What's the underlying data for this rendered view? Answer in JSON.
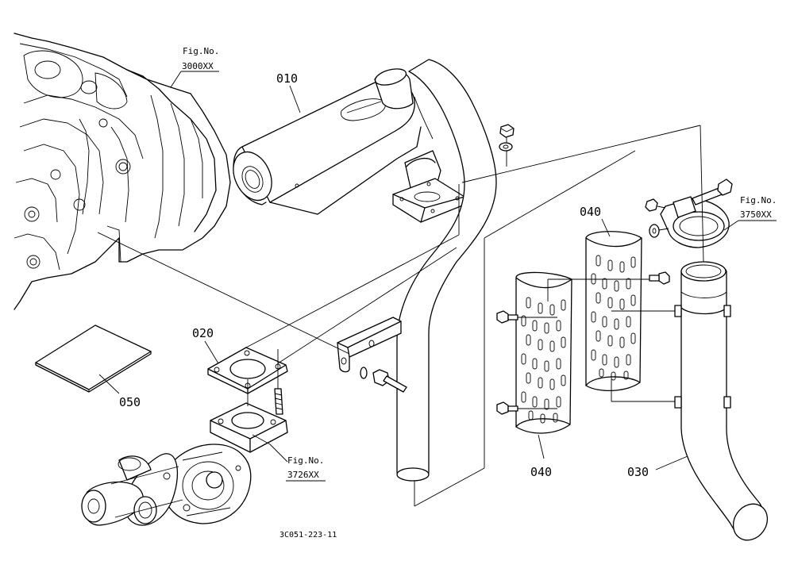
{
  "callouts": {
    "c010": "010",
    "c020": "020",
    "c030": "030",
    "c040a": "040",
    "c040b": "040",
    "c050": "050"
  },
  "fig_refs": {
    "engine": {
      "label": "Fig.No.",
      "number": "3000XX"
    },
    "turbo": {
      "label": "Fig.No.",
      "number": "3726XX"
    },
    "clamp": {
      "label": "Fig.No.",
      "number": "3750XX"
    }
  },
  "drawing_code": "3C051-223-11",
  "icons": [
    "engine-block",
    "muffler",
    "gasket",
    "exhaust-pipe",
    "heat-shield",
    "booklet",
    "turbocharger",
    "pipe-clamp",
    "bolt",
    "washer",
    "nut"
  ]
}
